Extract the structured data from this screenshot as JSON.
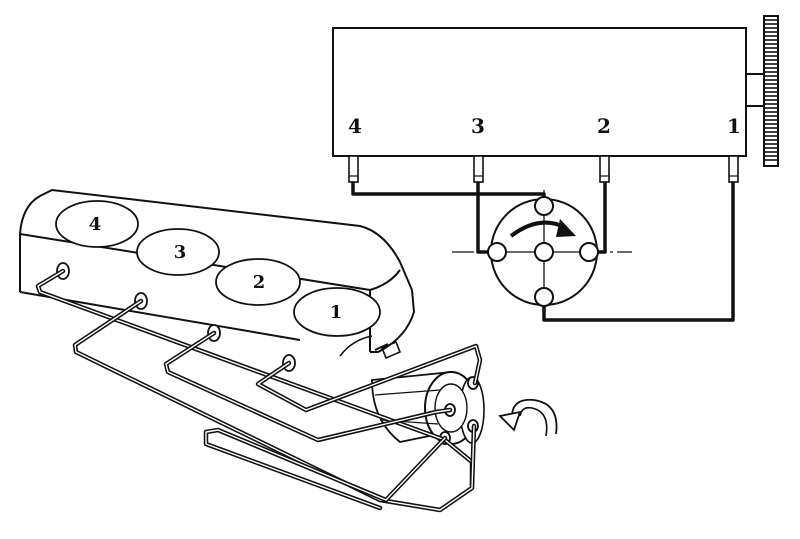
{
  "pump_labels": [
    "4",
    "3",
    "2",
    "1"
  ],
  "cylinder_labels": [
    "4",
    "3",
    "2",
    "1"
  ],
  "colors": {
    "ink": "#111111",
    "paper": "#ffffff"
  }
}
